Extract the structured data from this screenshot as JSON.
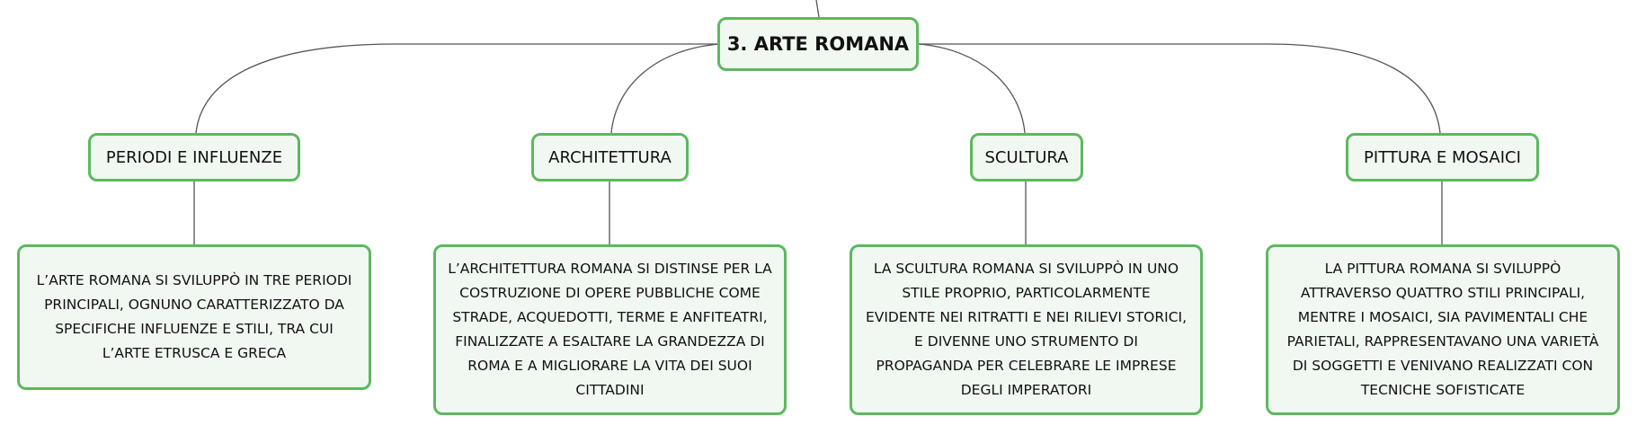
{
  "colors": {
    "border": "#5cb85f",
    "fill": "#f1f8f2",
    "line": "#555555"
  },
  "root": {
    "label": "3. ARTE ROMANA"
  },
  "branches": [
    {
      "label": "PERIODI E INFLUENZE",
      "lines": [
        "L’ARTE ROMANA SI SVILUPPÒ IN TRE PERIODI",
        "PRINCIPALI, OGNUNO CARATTERIZZATO DA",
        "SPECIFICHE INFLUENZE E STILI, TRA CUI",
        "L’ARTE ETRUSCA E GRECA"
      ]
    },
    {
      "label": "ARCHITETTURA",
      "lines": [
        "L’ARCHITETTURA ROMANA SI DISTINSE PER LA",
        "COSTRUZIONE DI OPERE PUBBLICHE COME",
        "STRADE, ACQUEDOTTI, TERME E ANFITEATRI,",
        "FINALIZZATE A ESALTARE LA GRANDEZZA DI",
        "ROMA E A MIGLIORARE LA VITA DEI SUOI",
        "CITTADINI"
      ]
    },
    {
      "label": "SCULTURA",
      "lines": [
        "LA SCULTURA ROMANA SI SVILUPPÒ IN UNO",
        "STILE PROPRIO, PARTICOLARMENTE",
        "EVIDENTE NEI RITRATTI E NEI RILIEVI STORICI,",
        "E DIVENNE UNO STRUMENTO DI",
        "PROPAGANDA PER CELEBRARE LE IMPRESE",
        "DEGLI IMPERATORI"
      ]
    },
    {
      "label": "PITTURA E MOSAICI",
      "lines": [
        "LA PITTURA ROMANA SI SVILUPPÒ",
        "ATTRAVERSO QUATTRO STILI PRINCIPALI,",
        "MENTRE I MOSAICI, SIA PAVIMENTALI CHE",
        "PARIETALI, RAPPRESENTAVANO UNA VARIETÀ",
        "DI SOGGETTI E VENIVANO REALIZZATI CON",
        "TECNICHE SOFISTICATE"
      ]
    }
  ]
}
